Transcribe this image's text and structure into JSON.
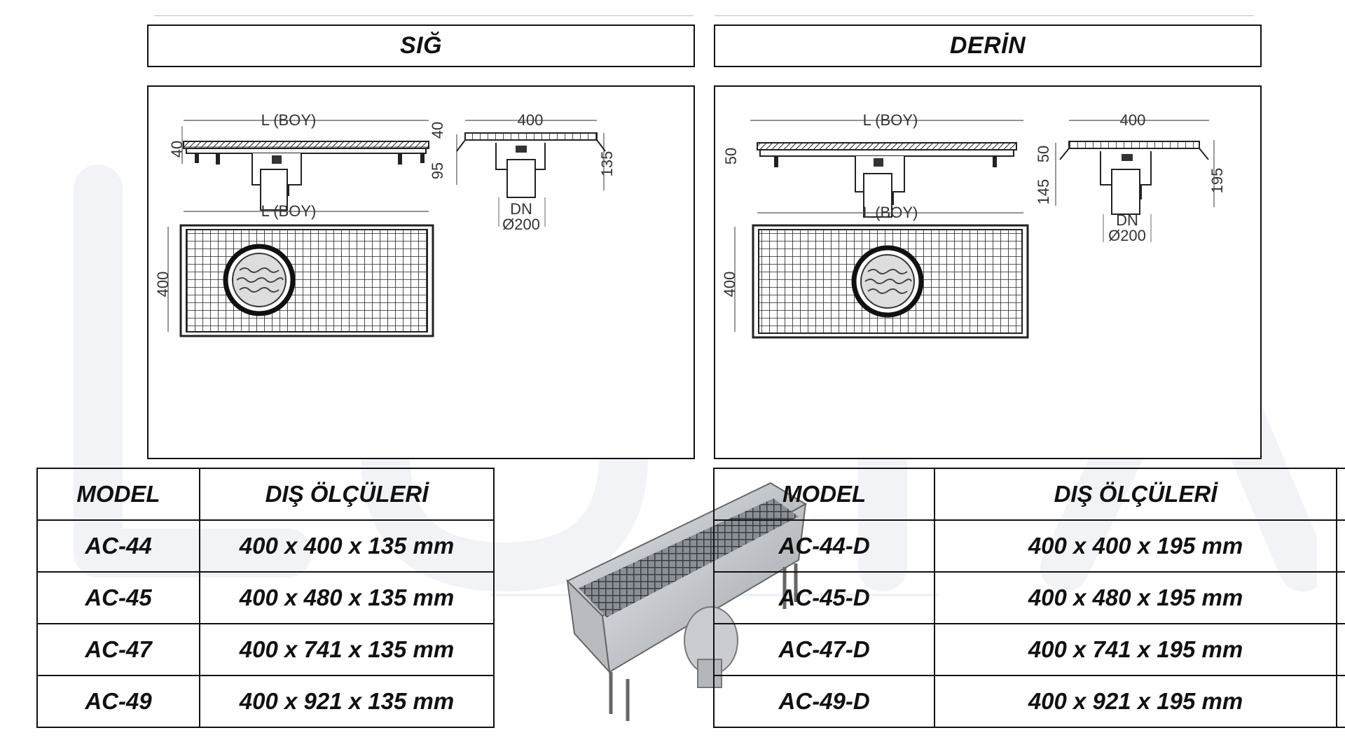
{
  "sections": {
    "shallow": {
      "title": "SIĞ"
    },
    "deep": {
      "title": "DERİN"
    }
  },
  "diagram_shallow": {
    "top_length": "L (BOY)",
    "top_height": "40",
    "side_width": "400",
    "side_top": "40",
    "side_body": "95",
    "side_total": "135",
    "outlet_label": "DN",
    "outlet_diameter": "Ø200",
    "plan_length": "L (BOY)",
    "plan_width": "400"
  },
  "diagram_deep": {
    "top_length": "L (BOY)",
    "top_height": "50",
    "side_width": "400",
    "side_top": "50",
    "side_body": "145",
    "side_total": "195",
    "outlet_label": "DN",
    "outlet_diameter": "Ø200",
    "plan_length": "L (BOY)",
    "plan_width": "400"
  },
  "table_shallow": {
    "headers": [
      "MODEL",
      "DIŞ ÖLÇÜLERİ"
    ],
    "rows": [
      [
        "AC-44",
        "400 x 400 x 135 mm"
      ],
      [
        "AC-45",
        "400 x 480 x 135 mm"
      ],
      [
        "AC-47",
        "400 x 741 x 135 mm"
      ],
      [
        "AC-49",
        "400 x 921 x 135 mm"
      ]
    ]
  },
  "table_deep": {
    "headers": [
      "MODEL",
      "DIŞ ÖLÇÜLERİ"
    ],
    "rows": [
      [
        "AC-44-D",
        "400 x 400 x 195 mm"
      ],
      [
        "AC-45-D",
        "400 x 480 x 195 mm"
      ],
      [
        "AC-47-D",
        "400 x 741 x 195 mm"
      ],
      [
        "AC-49-D",
        "400 x 921 x 195 mm"
      ]
    ]
  }
}
